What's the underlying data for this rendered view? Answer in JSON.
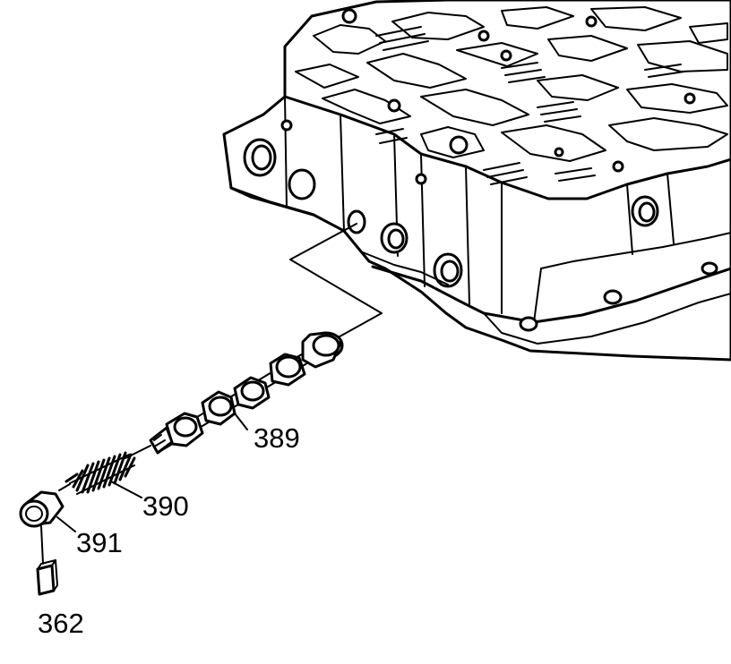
{
  "callouts": {
    "valve": "389",
    "spring": "390",
    "plug": "391",
    "retainer": "362"
  }
}
